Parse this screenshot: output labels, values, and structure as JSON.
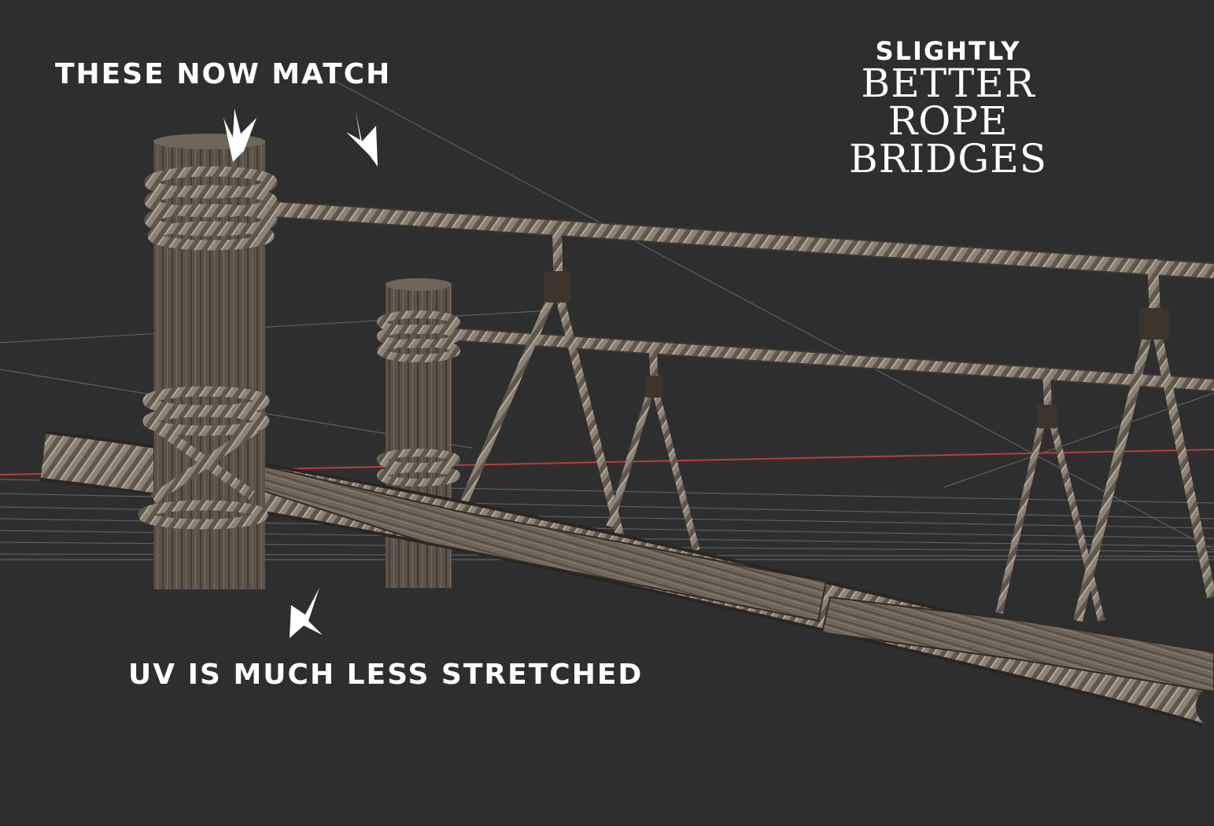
{
  "title": {
    "line1": "SLIGHTLY",
    "line2": "BETTER",
    "line3": "ROPE",
    "line4": "BRIDGES"
  },
  "annotations": {
    "top": "THESE NOW MATCH",
    "bottom": "UV IS MUCH LESS STRETCHED"
  },
  "colors": {
    "background": "#2e2e2f",
    "rope": "#8f877a",
    "wood": "#5a5147",
    "text": "#ffffff",
    "grid": "#6a6a70",
    "axis_x": "#c0393b"
  }
}
